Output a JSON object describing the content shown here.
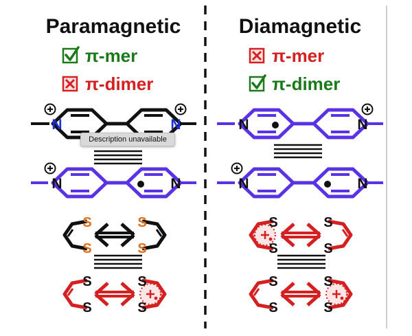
{
  "headers": {
    "left": "Paramagnetic",
    "right": "Diamagnetic"
  },
  "legend": {
    "left": [
      {
        "label": "π-mer",
        "state": "checked",
        "color": "#1a7a1a"
      },
      {
        "label": "π-dimer",
        "state": "crossed",
        "color": "#d42020"
      }
    ],
    "right": [
      {
        "label": "π-mer",
        "state": "crossed",
        "color": "#d42020"
      },
      {
        "label": "π-dimer",
        "state": "checked",
        "color": "#1a7a1a"
      }
    ]
  },
  "atoms": {
    "nitrogen": "N",
    "sulfur": "S",
    "positive_charge": "+"
  },
  "tooltip": {
    "text": "Description unavailable"
  },
  "colors": {
    "viologen": "#5a32e6",
    "nitrogen_blue": "#1a2fd4",
    "ttf_black": "#111111",
    "sulfur_orange": "#e0701a",
    "ttf_red": "#d42020",
    "check_green": "#1a7a1a",
    "divider": "#111111",
    "right_border": "#cfcfcf"
  }
}
